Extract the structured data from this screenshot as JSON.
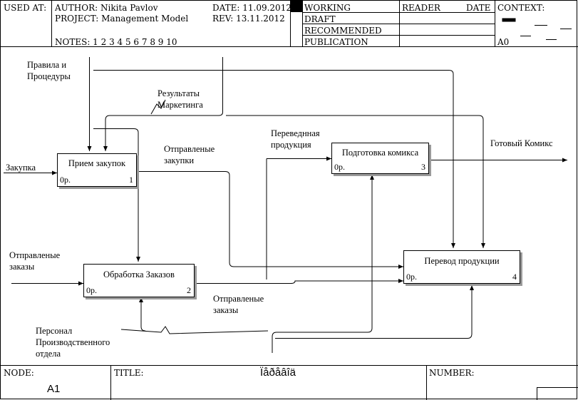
{
  "header": {
    "used_at": "USED AT:",
    "author": "AUTHOR:  Nikita Pavlov",
    "project": "PROJECT:  Management Model",
    "date": "DATE: 11.09.2012",
    "rev": "REV:    13.11.2012",
    "notes": "NOTES:  1  2  3  4  5  6  7  8  9  10",
    "status": [
      "WORKING",
      "DRAFT",
      "RECOMMENDED",
      "PUBLICATION"
    ],
    "reader": "READER",
    "date_col": "DATE",
    "context": "CONTEXT:",
    "context_node": "A0"
  },
  "boxes": [
    {
      "name": "Прием закупок",
      "cost": "0р.",
      "num": "1"
    },
    {
      "name": "Обработка Заказов",
      "cost": "0р.",
      "num": "2"
    },
    {
      "name": "Подготовка комикса",
      "cost": "0р.",
      "num": "3"
    },
    {
      "name": "Перевод продукции",
      "cost": "0р.",
      "num": "4"
    }
  ],
  "arrows": {
    "rules1": "Правила и",
    "rules2": "Процедуры",
    "marketing1": "Результаты",
    "marketing2": "Маркетинга",
    "purchase": "Закупка",
    "sent_purchases1": "Отправленые",
    "sent_purchases2": "закупки",
    "translated1": "Переведнная",
    "translated2": "продукция",
    "ready": "Готовый Комикс",
    "orders_in1": "Отправленые",
    "orders_in2": "заказы",
    "orders_out1": "Отправленые",
    "orders_out2": "заказы",
    "staff1": "Персонал",
    "staff2": "Производственного",
    "staff3": "отдела"
  },
  "footer": {
    "node_label": "NODE:",
    "node": "A1",
    "title_label": "TITLE:",
    "title": "Ïåðåâîä",
    "number_label": "NUMBER:"
  }
}
